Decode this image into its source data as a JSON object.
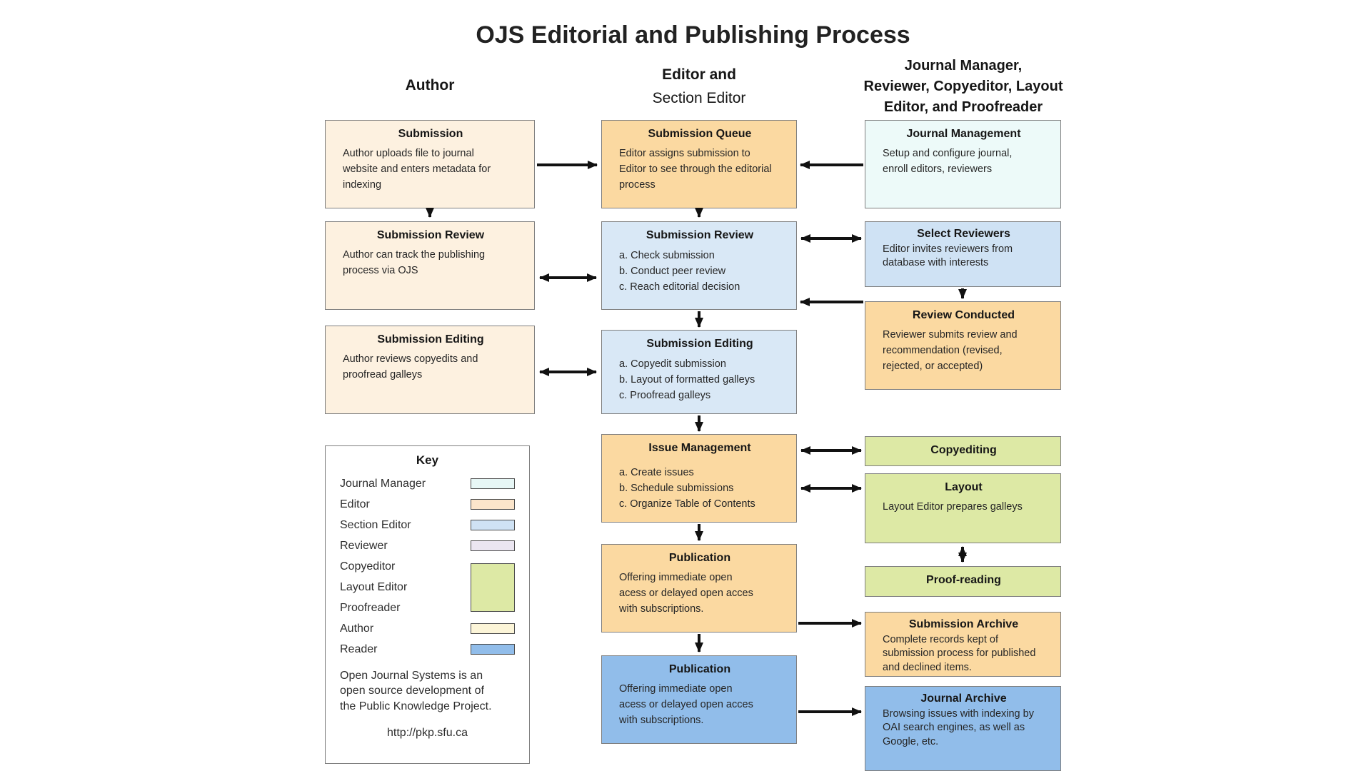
{
  "title": "OJS Editorial and Publishing Process",
  "headers": {
    "author": "Author",
    "editor_line1": "Editor and",
    "editor_line2": "Section Editor",
    "manager_lines": [
      "Journal Manager,",
      "Reviewer, Copyeditor, Layout",
      "Editor, and Proofreader"
    ]
  },
  "boxes": {
    "author_submission": {
      "title": "Submission",
      "body": "Author uploads file to journal website and enters metadata for indexing"
    },
    "author_submission_review": {
      "title": "Submission Review",
      "body": "Author can track the publishing process via OJS"
    },
    "author_submission_editing": {
      "title": "Submission Editing",
      "body": "Author reviews copyedits and proofread galleys"
    },
    "submission_queue": {
      "title": "Submission Queue",
      "body": "Editor assigns submission to Editor to see through the editorial process"
    },
    "editor_submission_review": {
      "title": "Submission Review",
      "lines": [
        "a. Check submission",
        "b. Conduct peer review",
        "c. Reach editorial decision"
      ]
    },
    "editor_submission_editing": {
      "title": "Submission Editing",
      "lines": [
        "a. Copyedit submission",
        "b. Layout of formatted galleys",
        "c. Proofread galleys"
      ]
    },
    "issue_management": {
      "title": "Issue Management",
      "lines": [
        "a. Create issues",
        "b. Schedule submissions",
        "c. Organize Table of Contents"
      ]
    },
    "publication_open": {
      "title": "Publication",
      "body": "Offering immediate open acess or delayed open acces with subscriptions."
    },
    "publication_reader": {
      "title": "Publication",
      "body": "Offering immediate open acess or delayed open acces with subscriptions."
    },
    "journal_management": {
      "title": "Journal Management",
      "body": "Setup and configure journal, enroll editors, reviewers"
    },
    "select_reviewers": {
      "title": "Select Reviewers",
      "body": "Editor invites reviewers from database with interests"
    },
    "review_conducted": {
      "title": "Review Conducted",
      "body": "Reviewer submits review and recommendation (revised, rejected, or accepted)"
    },
    "copyediting": {
      "title": "Copyediting"
    },
    "layout": {
      "title": "Layout",
      "body": "Layout Editor prepares galleys"
    },
    "proofreading": {
      "title": "Proof-reading"
    },
    "submission_archive": {
      "title": "Submission Archive",
      "body": "Complete records kept of submission process for published and declined items."
    },
    "journal_archive": {
      "title": "Journal Archive",
      "body": "Browsing issues with indexing by OAI search engines, as well as Google, etc."
    }
  },
  "key": {
    "title": "Key",
    "entries": [
      {
        "label": "Journal Manager",
        "color": "#e7f7f6"
      },
      {
        "label": "Editor",
        "color": "#fbe5cb"
      },
      {
        "label": "Section Editor",
        "color": "#cfe2f4"
      },
      {
        "label": "Reviewer",
        "color": "#ebe6f1"
      },
      {
        "label": "Author",
        "color": "#fcf5d8"
      },
      {
        "label": "Reader",
        "color": "#91bdea"
      }
    ],
    "group": {
      "labels": [
        "Copyeditor",
        "Layout Editor",
        "Proofreader"
      ],
      "color": "#dde9a5"
    },
    "note": "Open Journal Systems is an open source development of the Public Knowledge Project.",
    "url": "http://pkp.sfu.ca"
  },
  "colors": {
    "author_box": "#fdf1e0",
    "orange": "#fbd9a1",
    "mid_blue": "#d9e8f6",
    "light_blue": "#cfe2f4",
    "cyan": "#edfaf9",
    "green": "#dde9a5",
    "reader_blue": "#91bdea",
    "key_white": "#ffffff"
  }
}
